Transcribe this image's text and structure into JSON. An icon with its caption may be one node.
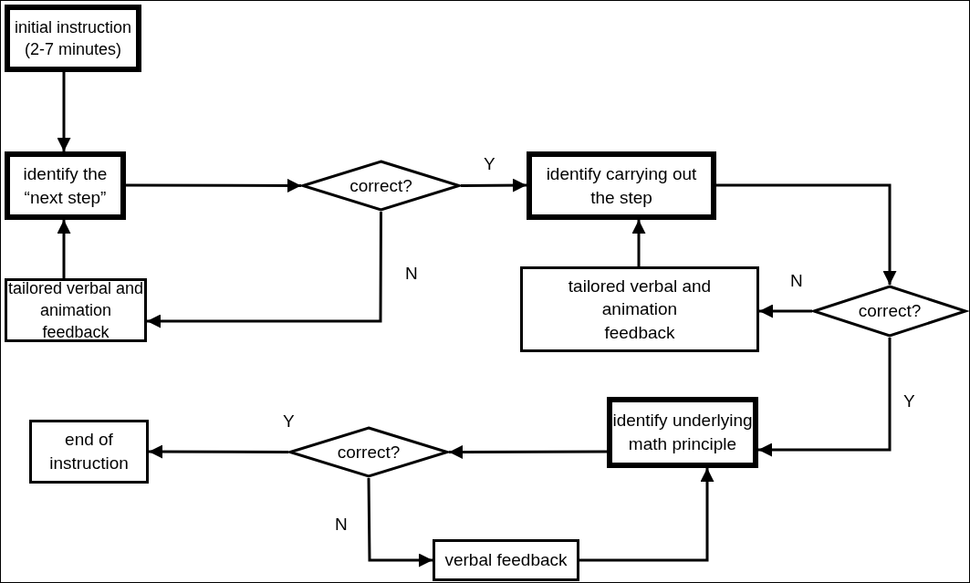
{
  "diagram": {
    "nodes": [
      {
        "text": [
          "initial instruction (2-7 minutes)"
        ]
      },
      {
        "text": [
          "identify the “next step”"
        ]
      },
      {
        "text": [
          "correct?"
        ]
      },
      {
        "text": [
          "identify carrying out the step"
        ]
      },
      {
        "text": [
          "tailored verbal and animation feedback"
        ]
      },
      {
        "text": [
          "tailored verbal and animation feedback"
        ]
      },
      {
        "text": [
          "correct?"
        ]
      },
      {
        "text": [
          "identify underlying math principle"
        ]
      },
      {
        "text": [
          "correct?"
        ]
      },
      {
        "text": [
          "end of instruction"
        ]
      },
      {
        "text": [
          "verbal feedback"
        ]
      }
    ],
    "edges": [
      {
        "from": 0,
        "to": 1,
        "arrow": "to"
      },
      {
        "from": 1,
        "to": 2,
        "arrow": "to"
      },
      {
        "from": 2,
        "to": 3,
        "arrow": "to",
        "label": "Y"
      },
      {
        "from": 2,
        "to": 4,
        "arrow": "to",
        "label": "N"
      },
      {
        "from": 4,
        "to": 1,
        "arrow": "to"
      },
      {
        "from": 3,
        "to": 6,
        "arrow": "to"
      },
      {
        "from": 6,
        "to": 5,
        "arrow": "to",
        "label": "N"
      },
      {
        "from": 5,
        "to": 3,
        "arrow": "to"
      },
      {
        "from": 6,
        "to": 7,
        "arrow": "to",
        "label": "Y"
      },
      {
        "from": 7,
        "to": 8,
        "arrow": "to"
      },
      {
        "from": 8,
        "to": 9,
        "arrow": "to",
        "label": "Y"
      },
      {
        "from": 8,
        "to": 10,
        "arrow": "to",
        "label": "N"
      },
      {
        "from": 10,
        "to": 7,
        "arrow": "to"
      }
    ]
  }
}
